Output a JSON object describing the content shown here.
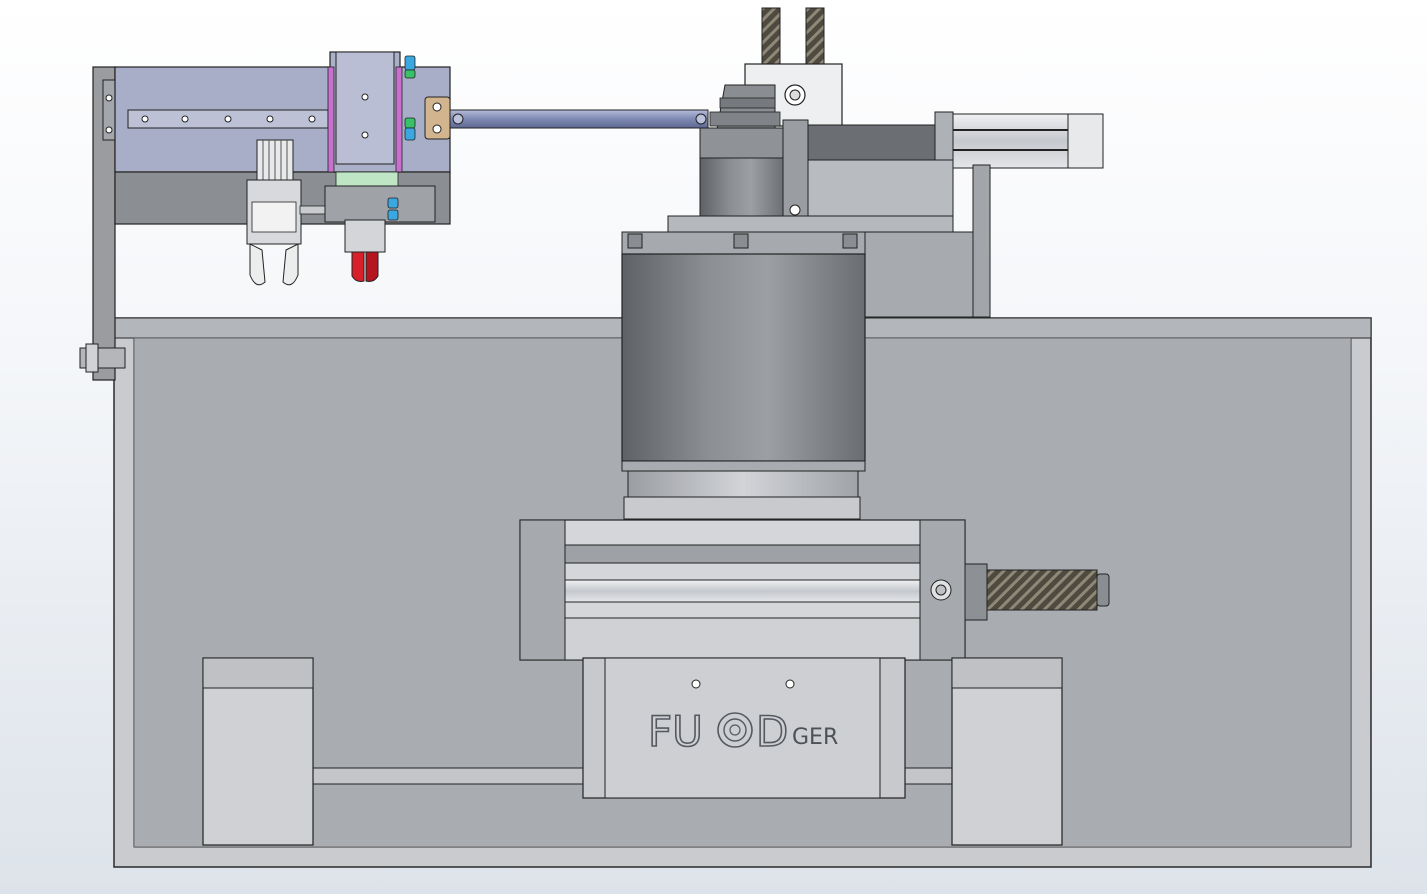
{
  "scene": {
    "brand_main": "FU",
    "brand_middle": "D",
    "brand_suffix": "GER"
  },
  "colors": {
    "frame_gray": "#a9adb2",
    "slide_purple": "#a8aec8",
    "pipe_blue": "#8d99bf",
    "fitting_green": "#39c16a",
    "fitting_blue": "#3aa7e0",
    "jaw_red": "#d8202a",
    "guide_pink": "#c86fd0",
    "cylinder_dark": "#6b6e72",
    "panel_light": "#d8dade"
  }
}
